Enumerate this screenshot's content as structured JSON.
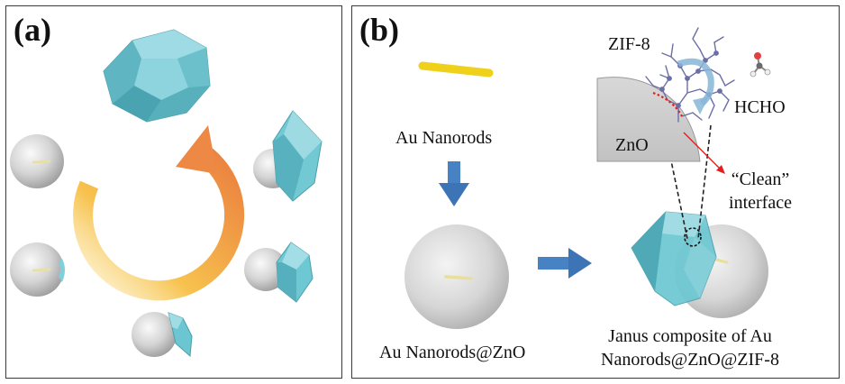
{
  "panel_a": {
    "label": "(a)"
  },
  "panel_b": {
    "label": "(b)",
    "zif8_label": "ZIF-8",
    "hcho_label": "HCHO",
    "zno_label": "ZnO",
    "clean_label_line1": "“Clean”",
    "clean_label_line2": "interface",
    "au_nanorods_label": "Au Nanorods",
    "au_zno_label": "Au Nanorods@ZnO",
    "janus_line1": "Janus composite of Au",
    "janus_line2": "Nanorods@ZnO@ZIF-8"
  },
  "colors": {
    "crystal": "#6fc8d4",
    "crystal_dark": "#4fa9b6",
    "sphere": "#d3d3d3",
    "nanorod": "#f0d000",
    "arrow_blue": "#3f7fc0",
    "cycle_orange": "#ee8a45",
    "cycle_yellow": "#f8c650",
    "interface_red": "#e02020",
    "mof_purple": "#6c6fa8"
  }
}
